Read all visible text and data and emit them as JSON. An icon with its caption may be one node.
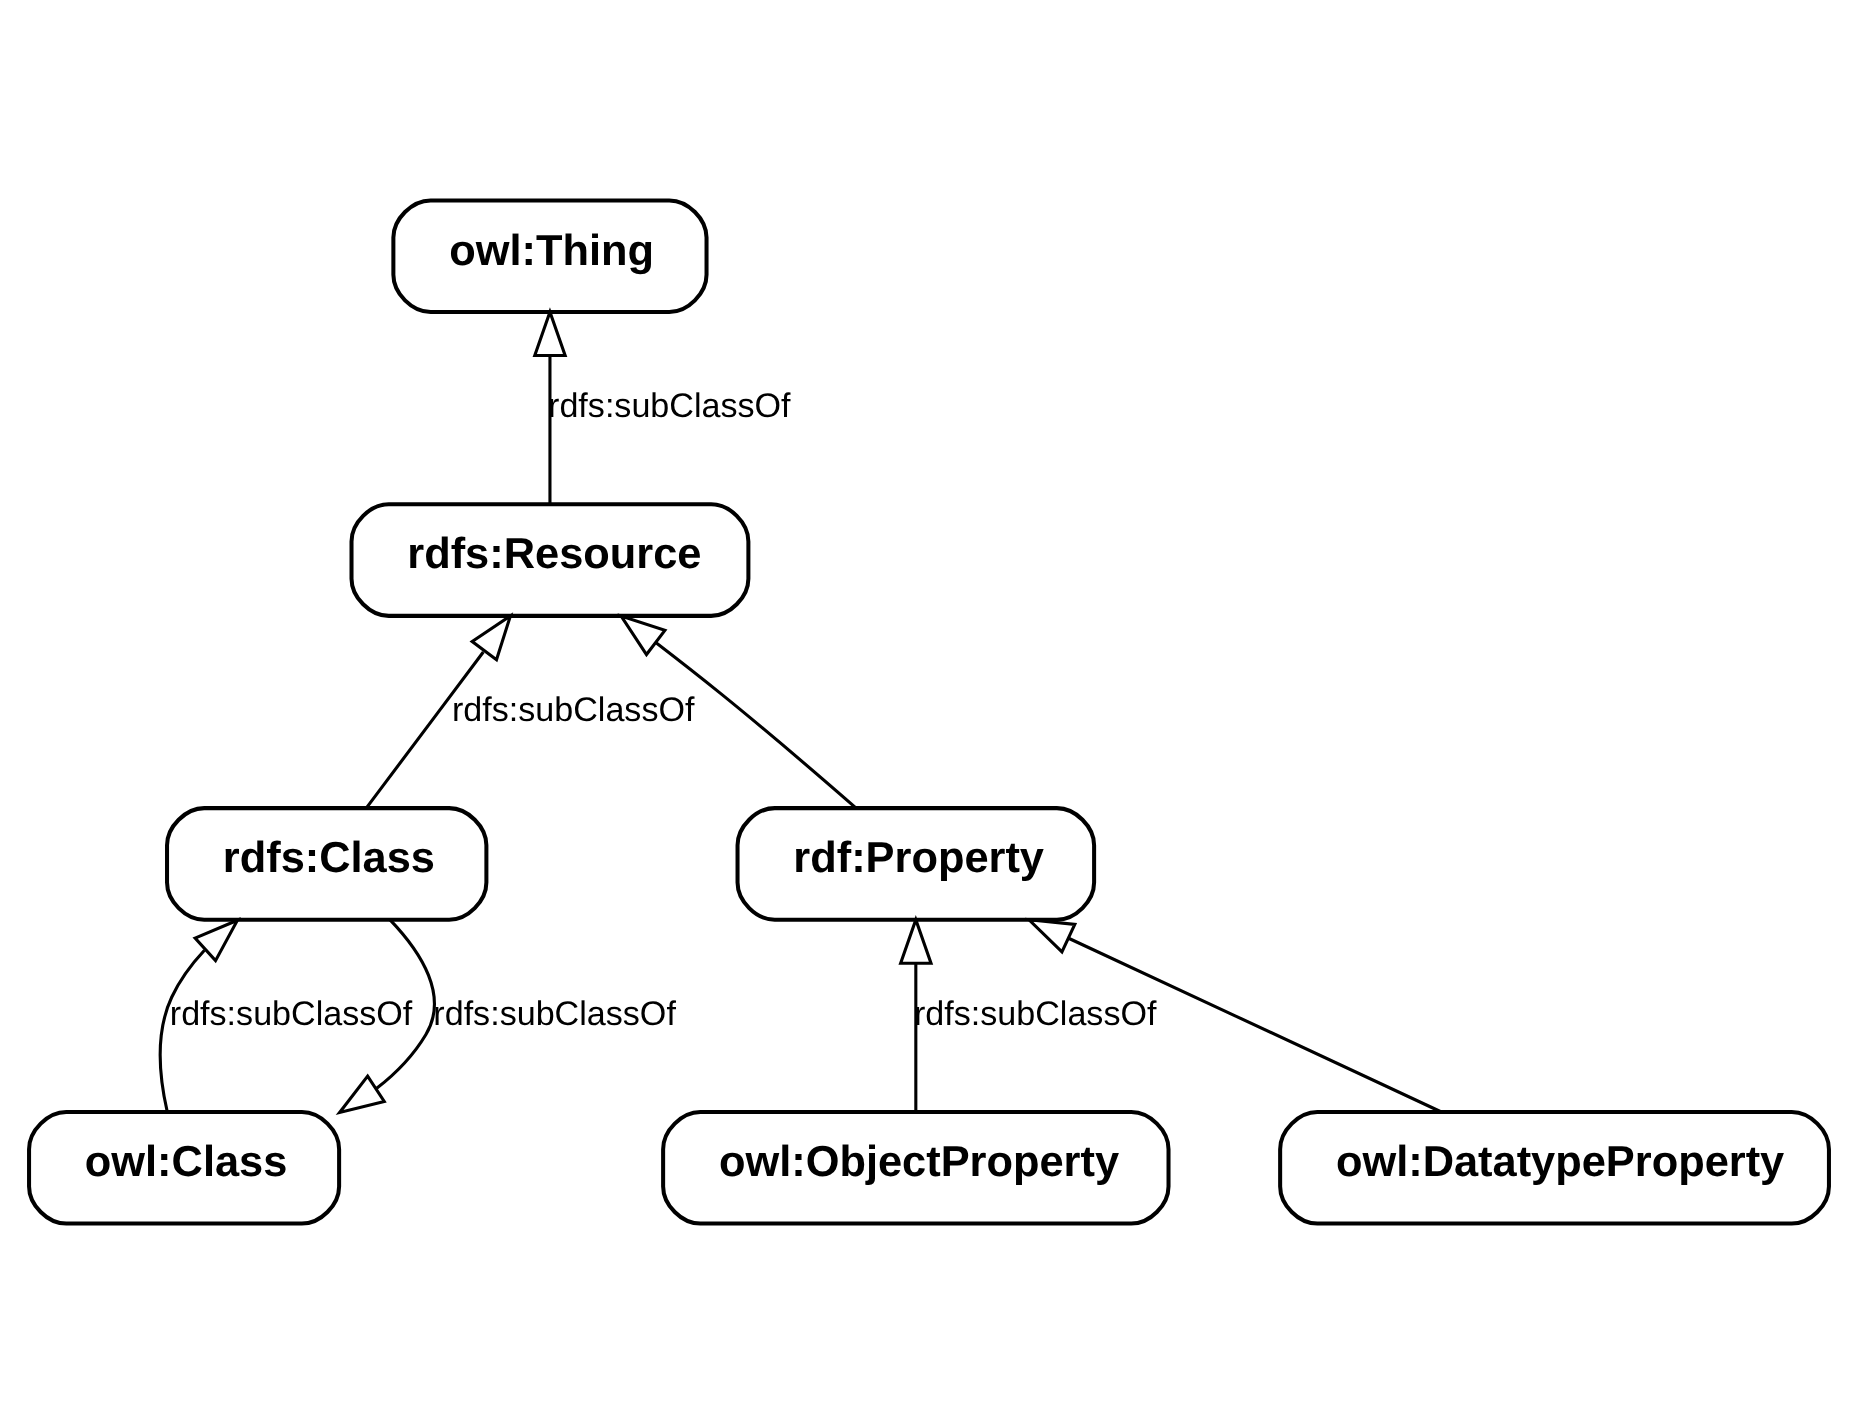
{
  "diagram": {
    "nodes": [
      {
        "text": [
          "owl:Thing"
        ]
      },
      {
        "text": [
          "rdfs:Resource"
        ]
      },
      {
        "text": [
          "rdfs:Class"
        ]
      },
      {
        "text": [
          "rdf:Property"
        ]
      },
      {
        "text": [
          "owl:Class"
        ]
      },
      {
        "text": [
          "owl:ObjectProperty"
        ]
      },
      {
        "text": [
          "owl:DatatypeProperty"
        ]
      }
    ],
    "edges": [
      {
        "from": 1,
        "to": 0,
        "arrow": "to",
        "label": "rdfs:subClassOf"
      },
      {
        "from": 2,
        "to": 1,
        "arrow": "to",
        "label": "rdfs:subClassOf"
      },
      {
        "from": 3,
        "to": 1,
        "arrow": "to"
      },
      {
        "from": 4,
        "to": 2,
        "arrow": "to",
        "label": "rdfs:subClassOf"
      },
      {
        "from": 2,
        "to": 4,
        "arrow": "to",
        "label": "rdfs:subClassOf"
      },
      {
        "from": 5,
        "to": 3,
        "arrow": "to",
        "label": "rdfs:subClassOf"
      },
      {
        "from": 6,
        "to": 3,
        "arrow": "to"
      }
    ]
  }
}
